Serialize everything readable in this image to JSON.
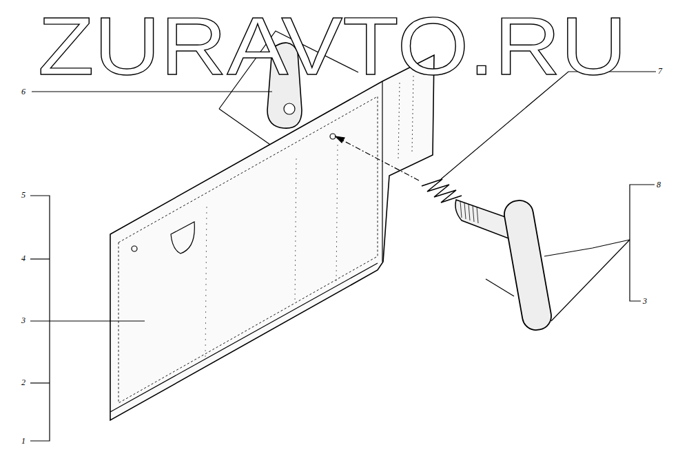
{
  "diagram": {
    "labels": [
      "ZURAVTO.RU",
      "6",
      "7",
      "8",
      "5",
      "4",
      "3",
      "3",
      "2",
      "1"
    ]
  }
}
